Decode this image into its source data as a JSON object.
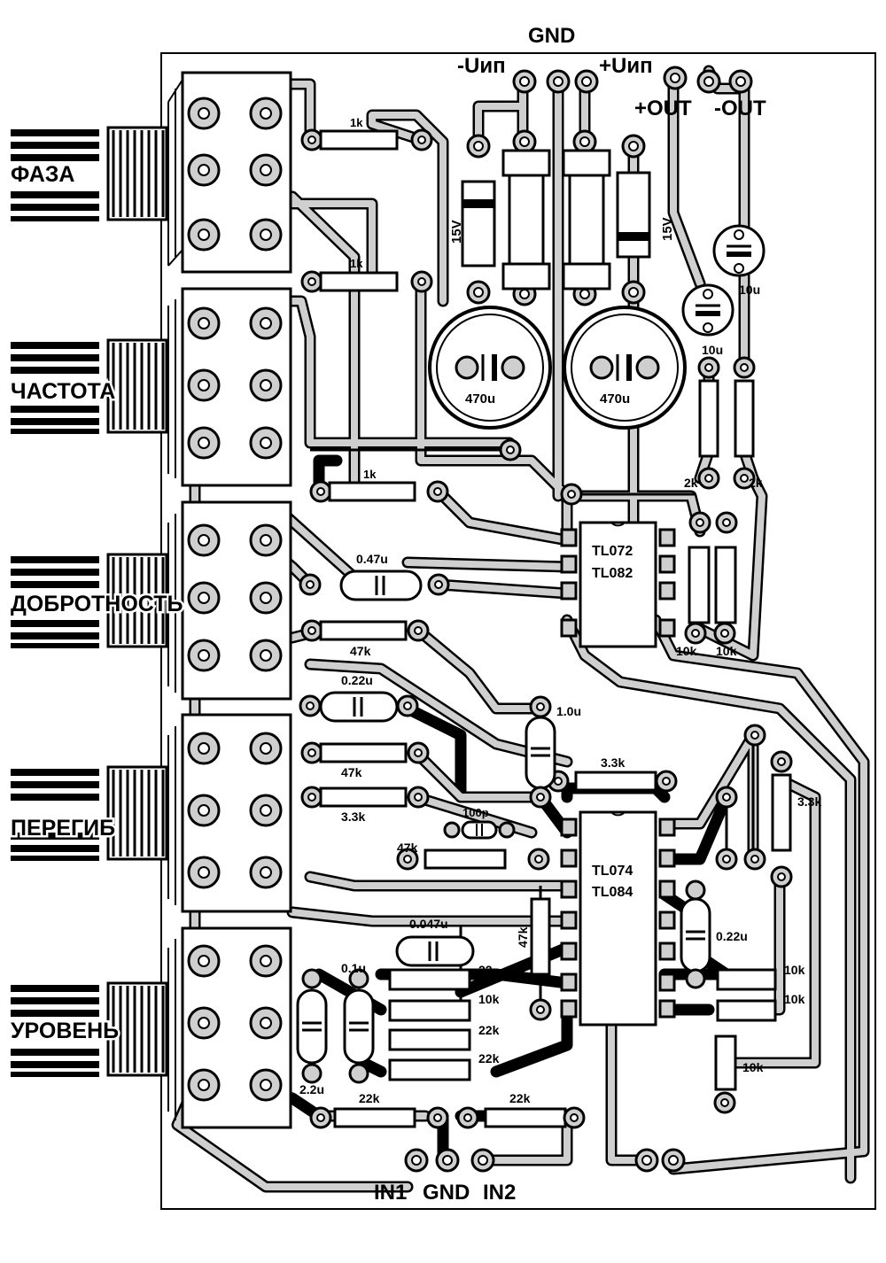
{
  "title_gnd_top": "GND",
  "power": {
    "neg": "-Uип",
    "pos": "+Uип",
    "out_pos": "+OUT",
    "out_neg": "-OUT"
  },
  "pots": [
    "ФАЗА",
    "ЧАСТОТА",
    "ДОБРОТНОСТЬ",
    "ПЕРЕГИБ",
    "УРОВЕНЬ"
  ],
  "ics": {
    "ic1_a": "TL072",
    "ic1_b": "TL082",
    "ic2_a": "TL074",
    "ic2_b": "TL084"
  },
  "zeners": [
    "15V",
    "15V"
  ],
  "caps": {
    "c470_1": "470u",
    "c470_2": "470u",
    "c10_1": "10u",
    "c10_2": "10u",
    "c047": "0.47u",
    "c022_1": "0.22u",
    "c10u": "1.0u",
    "c100p": "100p",
    "c0047": "0.047u",
    "c01": "0.1u",
    "c22u": "2.2u",
    "c022_2": "0.22u"
  },
  "resistors": {
    "r1k_1": "1k",
    "r1k_2": "1k",
    "r1k_3": "1k",
    "r47k_1": "47k",
    "r47k_2": "47k",
    "r47k_3": "47k",
    "r47k_4": "47k",
    "r33k_1": "3.3k",
    "r33k_2": "3.3k",
    "r33k_3": "3.3k",
    "r2k_1": "2k",
    "r2k_2": "2k",
    "r10k_1": "10k",
    "r10k_2": "10k",
    "r10k_3": "10k",
    "r10k_4": "10k",
    "r10k_5": "10k",
    "r10k_6": "10k",
    "r22_1": "22",
    "r22k_1": "22k",
    "r22k_2": "22k",
    "r22k_3": "22k",
    "r22k_4": "22k"
  },
  "inputs": {
    "in1": "IN1",
    "gnd": "GND",
    "in2": "IN2"
  }
}
